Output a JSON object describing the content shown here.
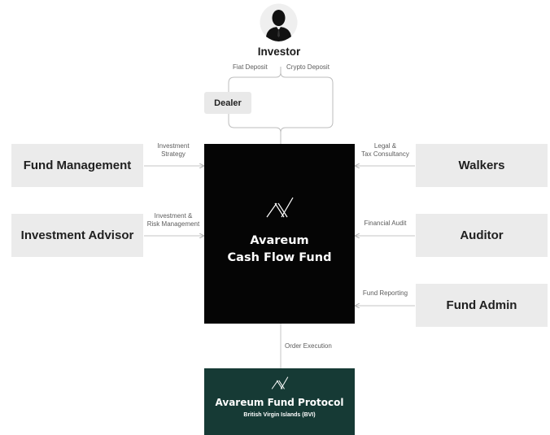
{
  "investor": {
    "label": "Investor",
    "icon": "person-silhouette-icon",
    "fiat_deposit": "Fiat Deposit",
    "crypto_deposit": "Crypto Deposit"
  },
  "dealer": {
    "label": "Dealer"
  },
  "fund": {
    "logo_icon": "avareum-logo-icon",
    "title_line1": "Avareum",
    "title_line2": "Cash Flow Fund"
  },
  "left_boxes": [
    {
      "label": "Fund Management",
      "edge_line1": "Investment",
      "edge_line2": "Strategy"
    },
    {
      "label": "Investment Advisor",
      "edge_line1": "Investment &",
      "edge_line2": "Risk Management"
    }
  ],
  "right_boxes": [
    {
      "label": "Walkers",
      "edge_line1": "Legal &",
      "edge_line2": "Tax Consultancy"
    },
    {
      "label": "Auditor",
      "edge_line1": "Financial Audit",
      "edge_line2": ""
    },
    {
      "label": "Fund Admin",
      "edge_line1": "Fund Reporting",
      "edge_line2": ""
    }
  ],
  "order_execution": "Order Execution",
  "protocol": {
    "logo_icon": "avareum-logo-icon",
    "title": "Avareum Fund Protocol",
    "subtitle": "British Virgin Islands (BVI)"
  },
  "colors": {
    "fund_box": "#050505",
    "protocol_box": "#163a35",
    "side_box": "#ebebeb",
    "connector": "#b8b8b8"
  }
}
